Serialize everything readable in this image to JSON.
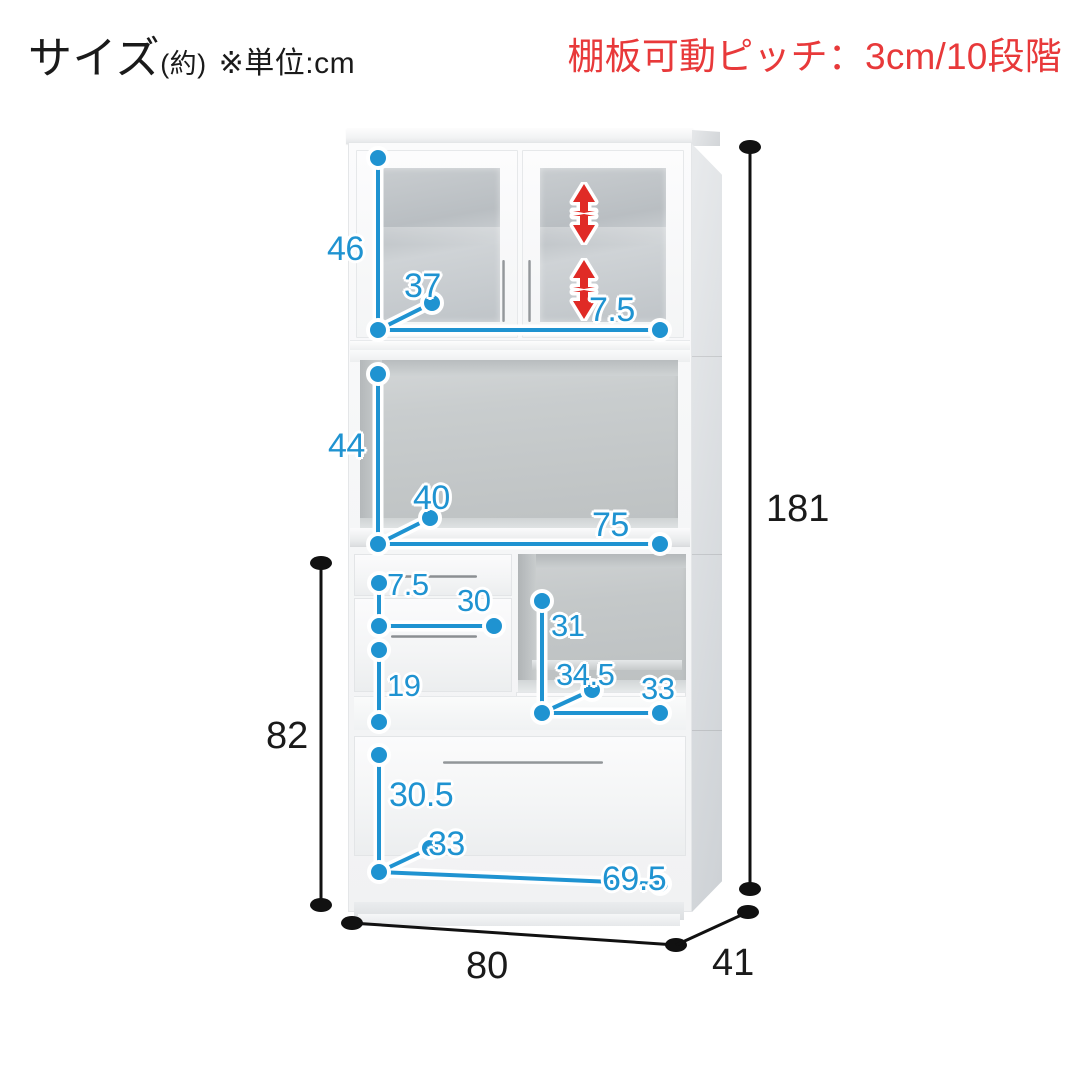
{
  "header": {
    "title_main": "サイズ",
    "title_sub": "(約)",
    "title_note": "※単位:cm",
    "shelf_pitch_note": "棚板可動ピッチ：3cm/10段階",
    "note_color": "#e8393a",
    "dimension_color": "#1f93d1",
    "outer_dimension_color": "#111111"
  },
  "product": {
    "type": "kitchen-cabinet-cupboard",
    "unit": "cm",
    "approximate": true
  },
  "dimensions": {
    "overall": [
      {
        "id": "overall-height",
        "label": "181",
        "axis": "height",
        "scope": "whole-unit"
      },
      {
        "id": "lower-height",
        "label": "82",
        "axis": "height",
        "scope": "lower-cabinet"
      },
      {
        "id": "overall-width",
        "label": "80",
        "axis": "width",
        "scope": "whole-unit"
      },
      {
        "id": "overall-depth",
        "label": "41",
        "axis": "depth",
        "scope": "whole-unit"
      }
    ],
    "upper_cabinet": [
      {
        "id": "upper-inner-height",
        "label": "46",
        "axis": "height"
      },
      {
        "id": "upper-inner-depth",
        "label": "37",
        "axis": "depth"
      },
      {
        "id": "upper-inner-width",
        "label": "7.5",
        "axis": "width"
      }
    ],
    "middle_niche": [
      {
        "id": "niche-height",
        "label": "44",
        "axis": "height"
      },
      {
        "id": "niche-depth",
        "label": "40",
        "axis": "depth"
      },
      {
        "id": "niche-width",
        "label": "75",
        "axis": "width"
      }
    ],
    "lower_left_drawers": [
      {
        "id": "small-drawer-height",
        "label": "7.5",
        "axis": "height"
      },
      {
        "id": "small-drawer-width",
        "label": "30",
        "axis": "width"
      },
      {
        "id": "mid-drawer-height",
        "label": "19",
        "axis": "height"
      }
    ],
    "lower_right_compartment": [
      {
        "id": "compartment-height",
        "label": "31",
        "axis": "height"
      },
      {
        "id": "compartment-depth",
        "label": "34.5",
        "axis": "depth"
      },
      {
        "id": "compartment-width",
        "label": "33",
        "axis": "width"
      }
    ],
    "bottom_drawer": [
      {
        "id": "bottom-drawer-height",
        "label": "30.5",
        "axis": "height"
      },
      {
        "id": "bottom-drawer-depth",
        "label": "33",
        "axis": "depth"
      },
      {
        "id": "bottom-drawer-width",
        "label": "69.5",
        "axis": "width"
      }
    ]
  },
  "markers": {
    "adjustable_shelf_arrow": "double-arrow-vertical-icon",
    "adjustable_shelf_count": 2,
    "adjustable_shelf_color": "#e02b26"
  },
  "chart_data": {
    "type": "table",
    "title": "サイズ(約) ※単位:cm",
    "categories": [
      "overall-height",
      "lower-height",
      "overall-width",
      "overall-depth",
      "upper-inner-height",
      "upper-inner-depth",
      "upper-inner-width",
      "niche-height",
      "niche-depth",
      "niche-width",
      "small-drawer-height",
      "small-drawer-width",
      "mid-drawer-height",
      "compartment-height",
      "compartment-depth",
      "compartment-width",
      "bottom-drawer-height",
      "bottom-drawer-depth",
      "bottom-drawer-width"
    ],
    "values": [
      181,
      82,
      80,
      41,
      46,
      37,
      7.5,
      44,
      40,
      75,
      7.5,
      30,
      19,
      31,
      34.5,
      33,
      30.5,
      33,
      69.5
    ],
    "ylabel": "cm"
  }
}
